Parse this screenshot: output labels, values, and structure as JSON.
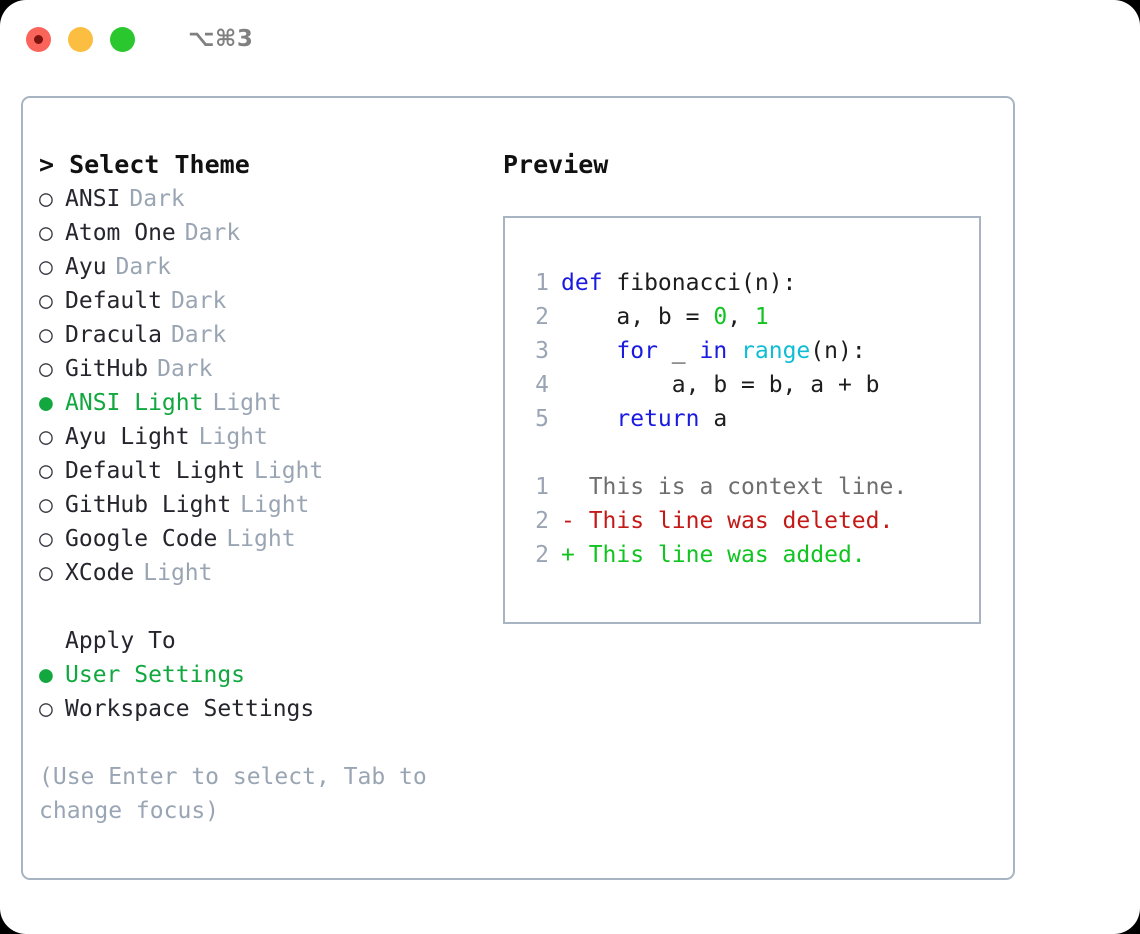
{
  "titlebar": {
    "shortcut": "⌥⌘3",
    "dots": [
      "close-red",
      "minimize-yellow",
      "zoom-green"
    ]
  },
  "theme_picker": {
    "header_marker": ">",
    "header": "Select Theme",
    "unselected_marker": "○",
    "selected_marker": "●",
    "accent_color": "#12a83f",
    "items": [
      {
        "label": "ANSI",
        "badge": "Dark",
        "selected": false
      },
      {
        "label": "Atom One",
        "badge": "Dark",
        "selected": false
      },
      {
        "label": "Ayu",
        "badge": "Dark",
        "selected": false
      },
      {
        "label": "Default",
        "badge": "Dark",
        "selected": false
      },
      {
        "label": "Dracula",
        "badge": "Dark",
        "selected": false
      },
      {
        "label": "GitHub",
        "badge": "Dark",
        "selected": false
      },
      {
        "label": "ANSI Light",
        "badge": "Light",
        "selected": true
      },
      {
        "label": "Ayu Light",
        "badge": "Light",
        "selected": false
      },
      {
        "label": "Default Light",
        "badge": "Light",
        "selected": false
      },
      {
        "label": "GitHub Light",
        "badge": "Light",
        "selected": false
      },
      {
        "label": "Google Code",
        "badge": "Light",
        "selected": false
      },
      {
        "label": "XCode",
        "badge": "Light",
        "selected": false
      }
    ]
  },
  "apply_to": {
    "header": "Apply To",
    "items": [
      {
        "label": "User Settings",
        "selected": true
      },
      {
        "label": "Workspace Settings",
        "selected": false
      }
    ]
  },
  "hint": "(Use Enter to select, Tab to change focus)",
  "preview": {
    "title": "Preview",
    "code_lines": [
      {
        "n": "1",
        "segments": [
          {
            "t": "def",
            "c": "tok-kw"
          },
          {
            "t": " fibonacci(n):",
            "c": "code-text"
          }
        ]
      },
      {
        "n": "2",
        "segments": [
          {
            "t": "    a, b = ",
            "c": "code-text"
          },
          {
            "t": "0",
            "c": "tok-num"
          },
          {
            "t": ", ",
            "c": "code-text"
          },
          {
            "t": "1",
            "c": "tok-num"
          }
        ]
      },
      {
        "n": "3",
        "segments": [
          {
            "t": "    ",
            "c": "code-text"
          },
          {
            "t": "for",
            "c": "tok-kw"
          },
          {
            "t": " _ ",
            "c": "code-text"
          },
          {
            "t": "in",
            "c": "tok-kw"
          },
          {
            "t": " ",
            "c": "code-text"
          },
          {
            "t": "range",
            "c": "tok-fn"
          },
          {
            "t": "(n):",
            "c": "code-text"
          }
        ]
      },
      {
        "n": "4",
        "segments": [
          {
            "t": "        a, b = b, a + b",
            "c": "code-text"
          }
        ]
      },
      {
        "n": "5",
        "segments": [
          {
            "t": "    ",
            "c": "code-text"
          },
          {
            "t": "return",
            "c": "tok-kw"
          },
          {
            "t": " a",
            "c": "code-text"
          }
        ]
      }
    ],
    "diff_lines": [
      {
        "n": "1",
        "text": "  This is a context line.",
        "cls": "diff-ctx"
      },
      {
        "n": "2",
        "text": "- This line was deleted.",
        "cls": "diff-del"
      },
      {
        "n": "2",
        "text": "+ This line was added.",
        "cls": "diff-add"
      }
    ]
  }
}
